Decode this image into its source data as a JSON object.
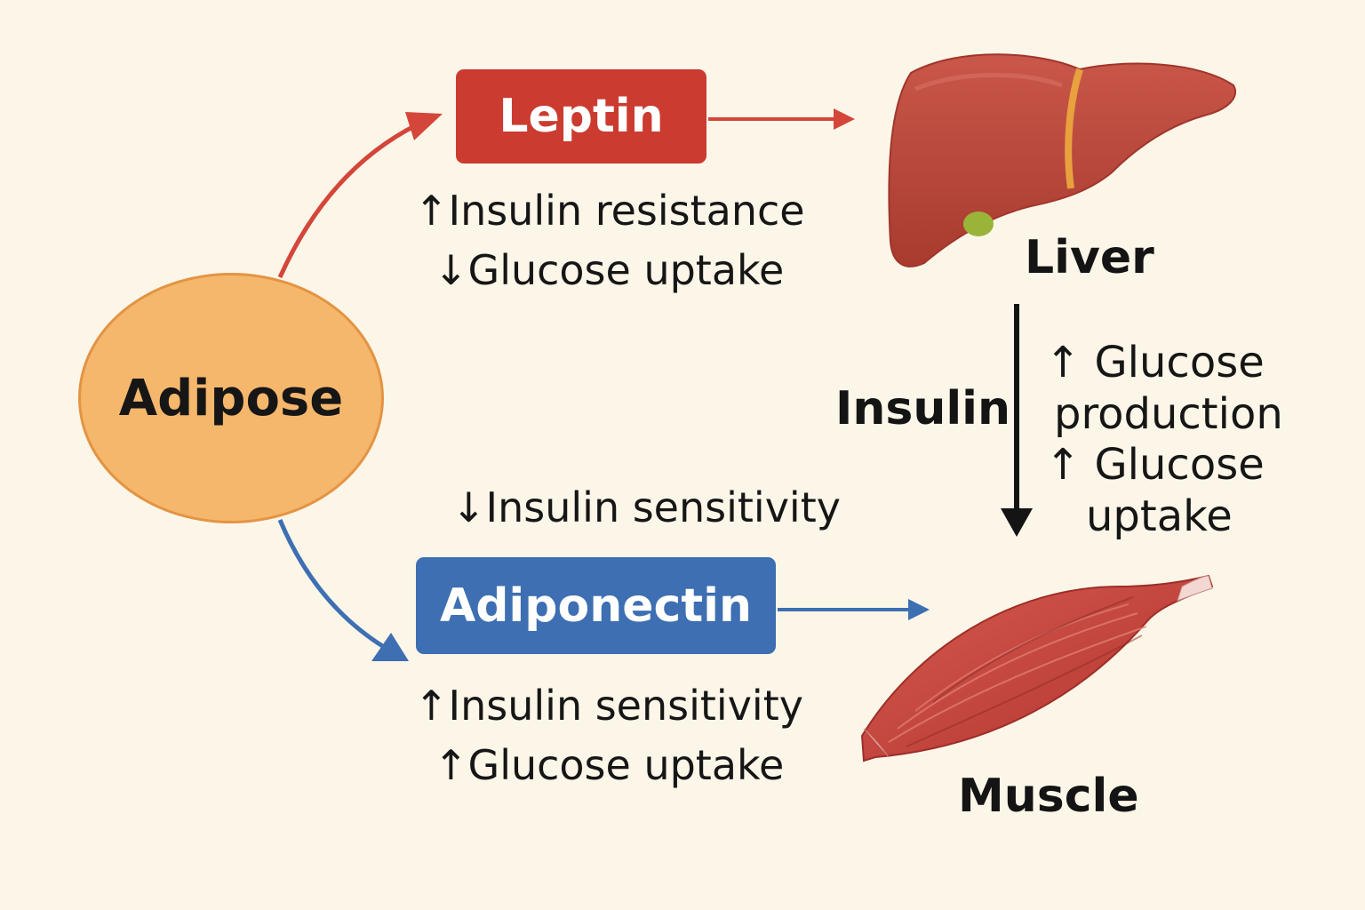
{
  "nodes": {
    "adipose": "Adipose",
    "leptin": "Leptin",
    "adiponectin": "Adiponectin",
    "liver": "Liver",
    "muscle": "Muscle",
    "insulin": "Insulin"
  },
  "leptin_effects": {
    "line1": "↑Insulin resistance",
    "line2": "↓Glucose uptake"
  },
  "adiponectin_effects": {
    "pre_line": "↓Insulin sensitivity",
    "line1": "↑Insulin sensitivity",
    "line2": "↑Glucose uptake"
  },
  "insulin_effects": {
    "line1": "↑ Glucose",
    "line2": "production",
    "line3": "↑ Glucose",
    "line4": "uptake"
  },
  "colors": {
    "background": "#fcf6e9",
    "adipose_fill": "#f5b76c",
    "leptin_red": "#cb3b30",
    "adiponectin_blue": "#3d6fb2",
    "liver": "#c4483a",
    "muscle": "#c9423b"
  }
}
